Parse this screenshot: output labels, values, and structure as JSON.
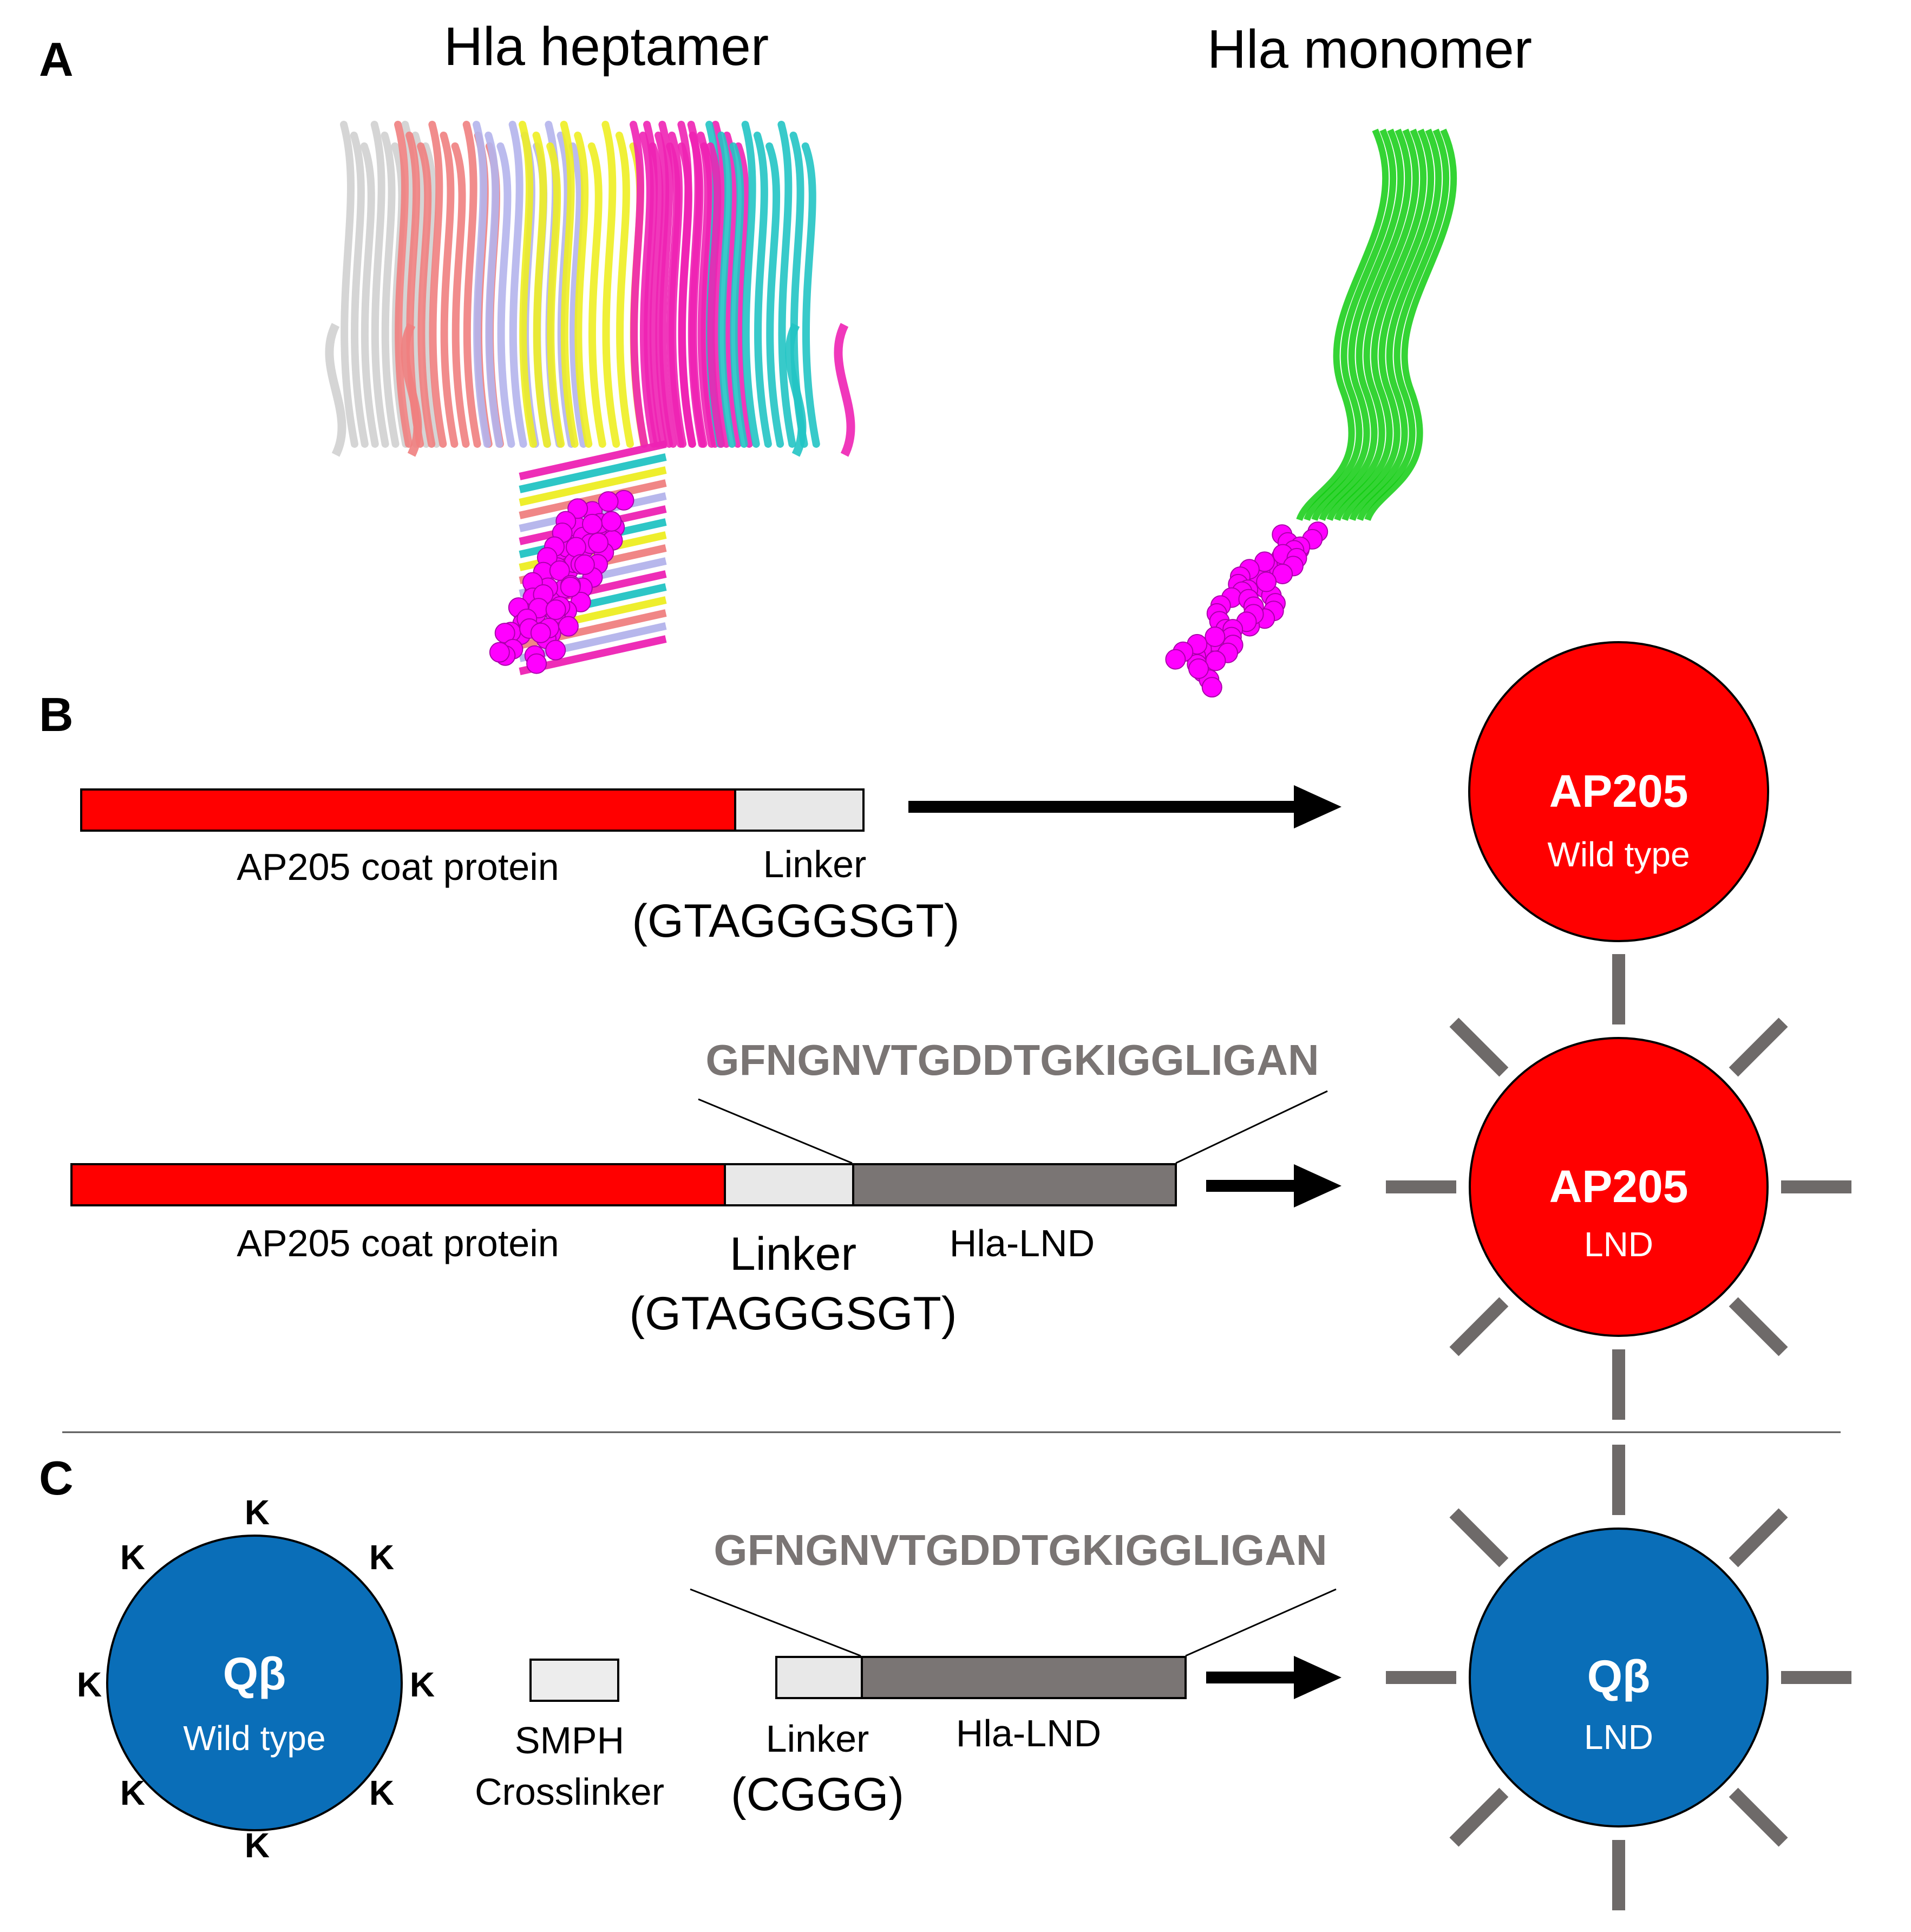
{
  "colors": {
    "ap205": "#ff0000",
    "qbeta": "#0a6eb8",
    "linker": "#e8e8e8",
    "lnd": "#7a7574",
    "spike": "#6e6a69",
    "sphere": "#ff00ff",
    "black": "#000000"
  },
  "panels": {
    "a": "A",
    "b": "B",
    "c": "C"
  },
  "panel_a": {
    "heptamer_title": "Hla heptamer",
    "monomer_title": "Hla monomer",
    "heptamer_chain_colors": [
      "#d0d0d0",
      "#f08080",
      "#b4b4ec",
      "#eeee22",
      "#ee22b4",
      "#22c4c4",
      "#22cc22"
    ],
    "monomer_color": "#11cc11"
  },
  "panel_b": {
    "construct1": {
      "coat_label": "AP205 coat protein",
      "linker_label": "Linker",
      "linker_seq": "(GTAGGGSGT)"
    },
    "construct2": {
      "coat_label": "AP205 coat protein",
      "linker_label": "Linker",
      "linker_seq": "(GTAGGGSGT)",
      "lnd_label": "Hla-LND",
      "peptide": "GFNGNVTGDDTGKIGGLIGAN"
    },
    "particle1": {
      "title": "AP205",
      "subtitle": "Wild type"
    },
    "particle2": {
      "title": "AP205",
      "subtitle": "LND"
    }
  },
  "panel_c": {
    "qbeta_wt": {
      "title": "Qβ",
      "subtitle": "Wild type"
    },
    "lysine": "K",
    "smph_line1": "SMPH",
    "smph_line2": "Crosslinker",
    "linker_label": "Linker",
    "linker_seq": "(CGGG)",
    "lnd_label": "Hla-LND",
    "peptide": "GFNGNVTGDDTGKIGGLIGAN",
    "particle": {
      "title": "Qβ",
      "subtitle": "LND"
    }
  }
}
